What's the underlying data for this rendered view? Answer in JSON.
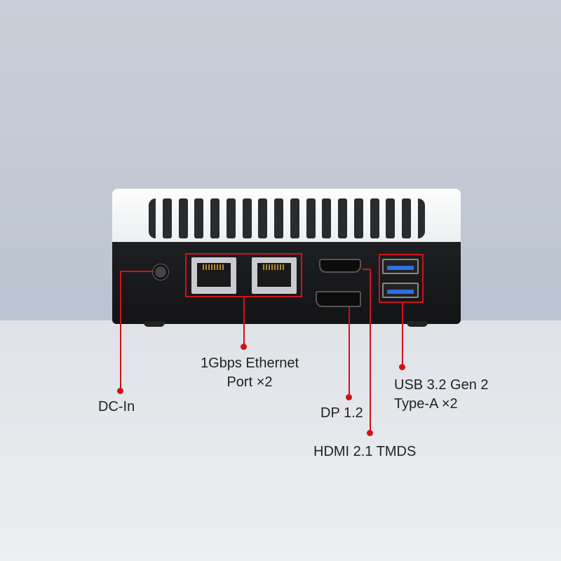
{
  "labels": {
    "dc_in": "DC-In",
    "ethernet_line1": "1Gbps Ethernet",
    "ethernet_line2": "Port ×2",
    "dp": "DP 1.2",
    "hdmi": "HDMI 2.1 TMDS",
    "usb_line1": "USB 3.2 Gen 2",
    "usb_line2": "Type-A ×2"
  },
  "colors": {
    "accent": "#d0121b",
    "usb_blue": "#2f6fe0"
  }
}
